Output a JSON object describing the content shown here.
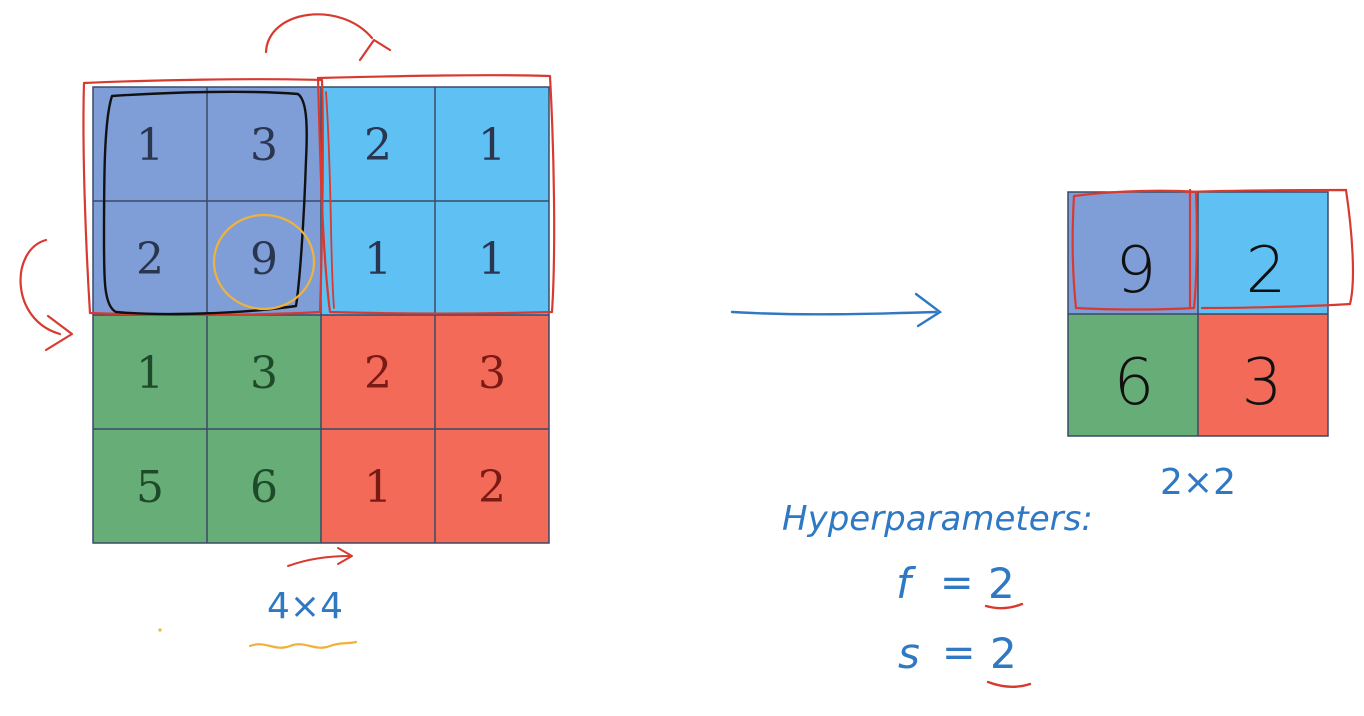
{
  "input_matrix": {
    "dimension_label": "4×4",
    "rows": [
      [
        "1",
        "3",
        "2",
        "1"
      ],
      [
        "2",
        "9",
        "1",
        "1"
      ],
      [
        "1",
        "3",
        "2",
        "3"
      ],
      [
        "5",
        "6",
        "1",
        "2"
      ]
    ],
    "quadrant_colors": {
      "top_left": "#7f9ed8",
      "top_right": "#5fc0f4",
      "bottom_left": "#67ad77",
      "bottom_right": "#f36a59"
    }
  },
  "output_matrix": {
    "dimension_label": "2×2",
    "rows": [
      [
        "9",
        "2"
      ],
      [
        "6",
        "3"
      ]
    ]
  },
  "hyperparameters": {
    "heading": "Hyperparameters:",
    "f_label": "f",
    "f_value": "2",
    "s_label": "s",
    "s_value": "2"
  },
  "colors": {
    "ink_red": "#d83a30",
    "ink_blue": "#2f78c4",
    "ink_yellow": "#f0b23a",
    "grid_line": "#3a4a66",
    "text_dark": "#2a3550"
  }
}
